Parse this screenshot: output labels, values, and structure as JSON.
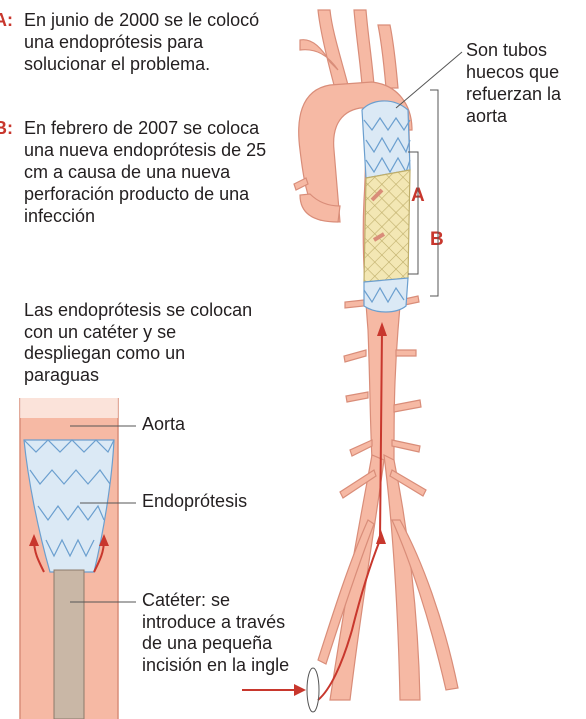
{
  "notes": [
    {
      "label": "A:",
      "text": "En junio de 2000 se le colocó una endoprótesis para solucionar el problema."
    },
    {
      "label": "B:",
      "text": "En febrero de 2007 se coloca una nueva endoprótesis de 25 cm a causa de una nueva perforación producto de una infección"
    }
  ],
  "intro": "Las endoprótesis se colocan con un catéter y se despliegan como un paraguas",
  "inset_labels": {
    "aorta": "Aorta",
    "endoprotesis": "Endoprótesis",
    "cateter": "Catéter: se introduce a través de una pequeña incisión en la ingle"
  },
  "callout": "Son tubos huecos que refuerzan la aorta",
  "brackets": {
    "a": "A",
    "b": "B"
  },
  "colors": {
    "accent": "#c8372d",
    "vessel": "#f6b9a4",
    "vessel_stroke": "#d98d79",
    "stent_blue": "#6b9fcf",
    "stent_yellow": "#f3e7b4"
  }
}
